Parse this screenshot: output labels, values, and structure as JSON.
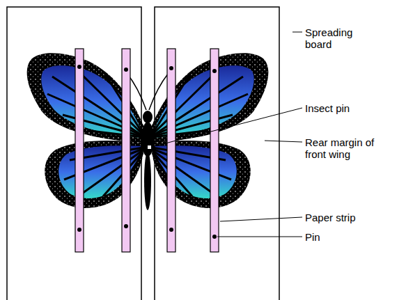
{
  "diagram": {
    "labels": [
      "Spreading board",
      "Insect pin",
      "Rear margin of front wing",
      "Paper strip",
      "Pin"
    ]
  }
}
